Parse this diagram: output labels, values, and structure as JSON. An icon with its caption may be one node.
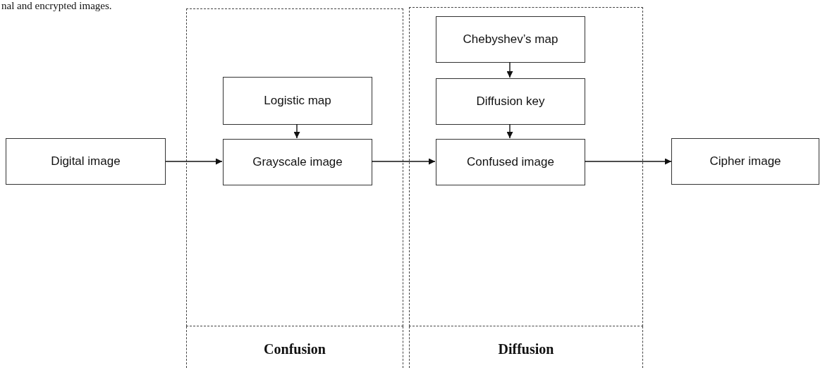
{
  "diagram": {
    "nodes": [
      {
        "text": [
          "Digital image"
        ]
      },
      {
        "text": [
          "Confusion"
        ]
      },
      {
        "text": [
          "Logistic map"
        ],
        "in": 1
      },
      {
        "text": [
          "Grayscale image"
        ],
        "in": 1
      },
      {
        "text": [
          "Diffusion"
        ]
      },
      {
        "text": [
          "Chebyshev’s map"
        ],
        "in": 4
      },
      {
        "text": [
          "Diffusion key"
        ],
        "in": 4
      },
      {
        "text": [
          "Confused image"
        ],
        "in": 4
      },
      {
        "text": [
          "Cipher image"
        ]
      }
    ],
    "edges": [
      {
        "from": 0,
        "to": 3,
        "arrow": "to"
      },
      {
        "from": 2,
        "to": 3,
        "arrow": "to"
      },
      {
        "from": 3,
        "to": 7,
        "arrow": "to"
      },
      {
        "from": 5,
        "to": 6,
        "arrow": "to"
      },
      {
        "from": 6,
        "to": 7,
        "arrow": "to"
      },
      {
        "from": 7,
        "to": 8,
        "arrow": "to"
      }
    ],
    "labels": [
      "nal and encrypted images."
    ]
  }
}
